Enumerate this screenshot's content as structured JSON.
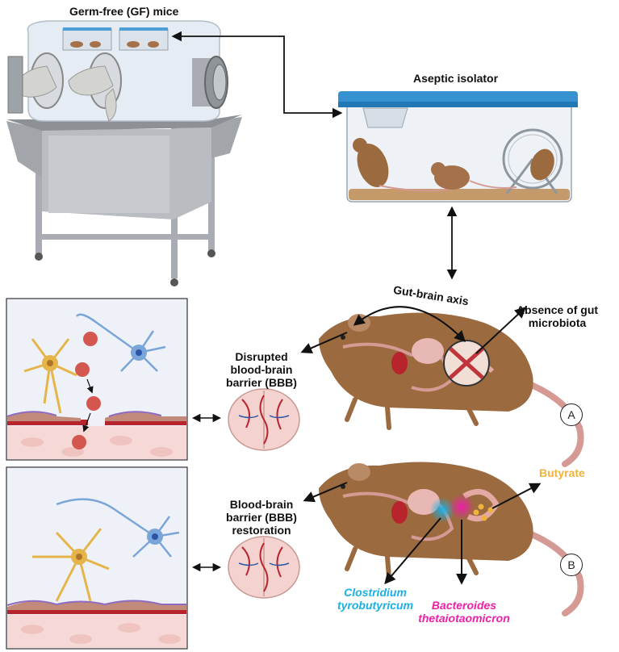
{
  "labels": {
    "gf_mice": "Germ-free (GF) mice",
    "aseptic_isolator": "Aseptic isolator",
    "gut_brain_axis": "Gut-brain axis",
    "absence_line1": "Absence of gut",
    "absence_line2": "microbiota",
    "disrupted_line1": "Disrupted",
    "disrupted_line2": "blood-brain",
    "disrupted_line3": "barrier (BBB)",
    "restoration_line1": "Blood-brain",
    "restoration_line2": "barrier (BBB)",
    "restoration_line3": "restoration",
    "butyrate": "Butyrate",
    "clostridium_line1": "Clostridium",
    "clostridium_line2": "tyrobutyricum",
    "bacteroides_line1": "Bacteroides",
    "bacteroides_line2": "thetaiotaomicron",
    "marker_a": "A",
    "marker_b": "B"
  },
  "colors": {
    "butyrate": "#f0b43c",
    "clostridium": "#1ab0e6",
    "bacteroides": "#ee1fa8",
    "mouse_fur": "#9b6a3f",
    "blood_vessel": "#b8242c",
    "neuron_blue": "#7aa5d8",
    "astrocyte": "#e6b54a"
  }
}
